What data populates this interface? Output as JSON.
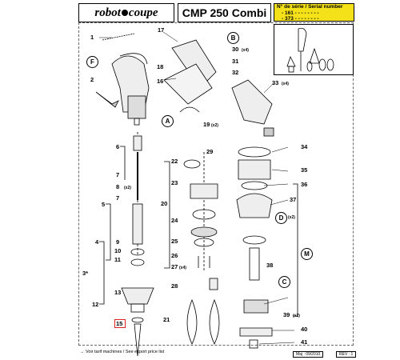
{
  "header": {
    "brand_left": "robot",
    "brand_right": "coupe",
    "model": "CMP 250 Combi",
    "serial_title": "N° de série / Serial number",
    "serial_line1": "- 161 - - - - - -    - -",
    "serial_line2": "- 373 - - - - - -    - -"
  },
  "parts": [
    "1",
    "2",
    "3*",
    "4",
    "5",
    "6",
    "7",
    "8",
    "9",
    "10",
    "11",
    "12",
    "13",
    "15",
    "16",
    "17",
    "18",
    "19",
    "20",
    "21",
    "22",
    "23",
    "24",
    "25",
    "26",
    "27",
    "28",
    "29",
    "30",
    "31",
    "32",
    "33",
    "34",
    "35",
    "36",
    "37",
    "38",
    "39",
    "40",
    "41"
  ],
  "part_suffixes": {
    "p8": "(x2)",
    "p27": "(x4)",
    "p30": "(x4)",
    "p19": "(x2)",
    "p33": "(x4)",
    "p39": "(x2)",
    "pD": "(x2)"
  },
  "callouts": [
    "F",
    "B",
    "A",
    "D",
    "M",
    "C"
  ],
  "footer": {
    "note": "→ Voir tarif machines / See export price list",
    "date": "Maj : 09/2010",
    "rev": "REV : 1"
  }
}
